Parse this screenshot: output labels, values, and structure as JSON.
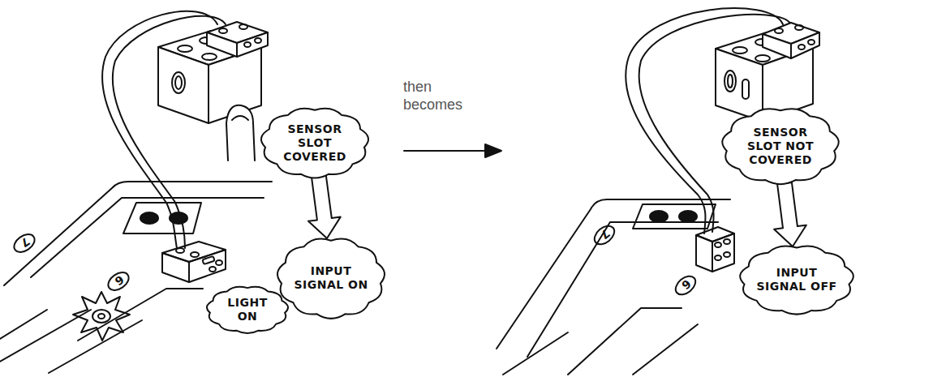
{
  "diagram": {
    "nodes": [
      {
        "text": [
          "SENSOR SLOT COVERED"
        ]
      },
      {
        "text": [
          "LIGHT ON"
        ]
      },
      {
        "text": [
          "INPUT SIGNAL ON"
        ]
      },
      {
        "text": [
          "SENSOR SLOT NOT COVERED"
        ]
      },
      {
        "text": [
          "INPUT SIGNAL OFF"
        ]
      }
    ],
    "edges": [
      {
        "from": 0,
        "to": 2,
        "arrow": "to"
      },
      {
        "from": 3,
        "to": 4,
        "arrow": "to"
      }
    ],
    "labels": [
      "then becomes",
      "7",
      "6",
      "7",
      "6"
    ]
  }
}
